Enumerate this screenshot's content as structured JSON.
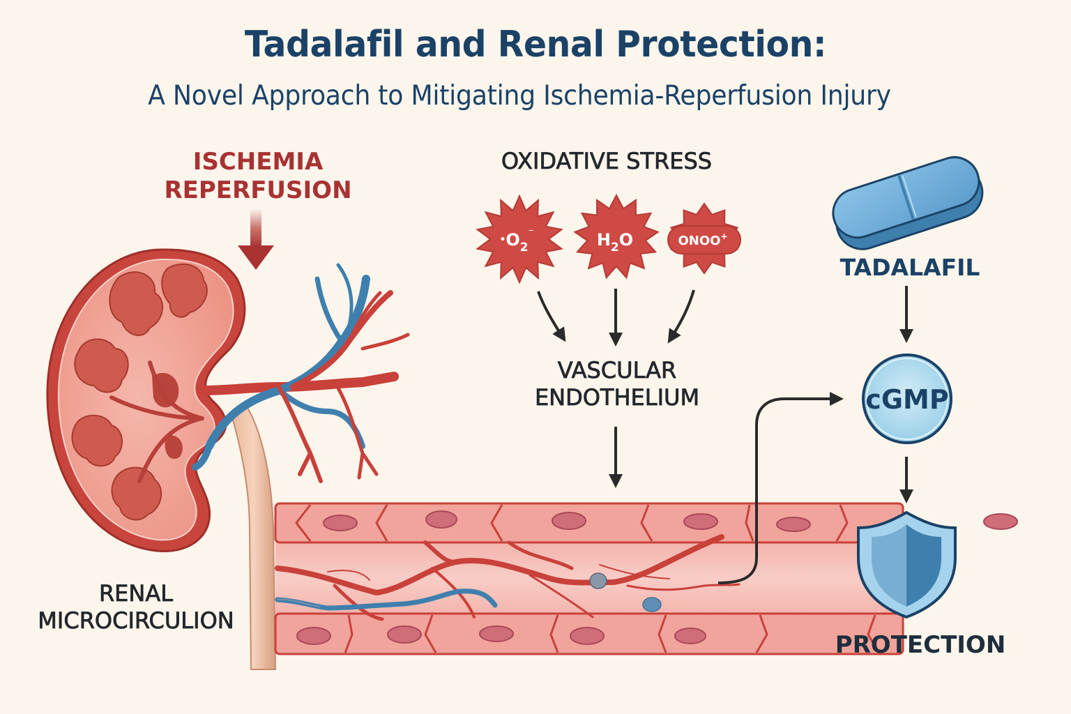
{
  "header": {
    "title": "Tadalafil and Renal Protection:",
    "subtitle": "A Novel Approach to Mitigating Ischemia-Reperfusion Injury"
  },
  "labels": {
    "ischemia_line1": "ISCHEMIA",
    "ischemia_line2": "REPERFUSION",
    "oxidative_stress": "OXIDATIVE STRESS",
    "vascular_line1": "VASCULAR",
    "vascular_line2": "ENDOTHELIUM",
    "renal_line1": "RENAL",
    "renal_line2": "MICROCIRCULION",
    "tadalafil": "TADALAFIL",
    "cgmp": "cGMP",
    "protection": "PROTECTION"
  },
  "ros_species": [
    {
      "name": "superoxide",
      "prefix": "•",
      "base": "O",
      "sub": "2",
      "sup": "⁻"
    },
    {
      "name": "water",
      "base": "H",
      "sub": "2",
      "tail": "O"
    },
    {
      "name": "peroxynitrite",
      "base": "ONOO",
      "sup": "+"
    }
  ],
  "colors": {
    "background": "#fbf5ec",
    "title_navy": "#1b4266",
    "injury_red": "#a83232",
    "ros_red": "#cf4a44",
    "vessel_pink": "#f2aba3",
    "vein_blue": "#3f7fae",
    "pill_blue": "#6aaad8",
    "cgmp_fill": "#b9def0",
    "arrow_dark": "#2a2a2a"
  }
}
